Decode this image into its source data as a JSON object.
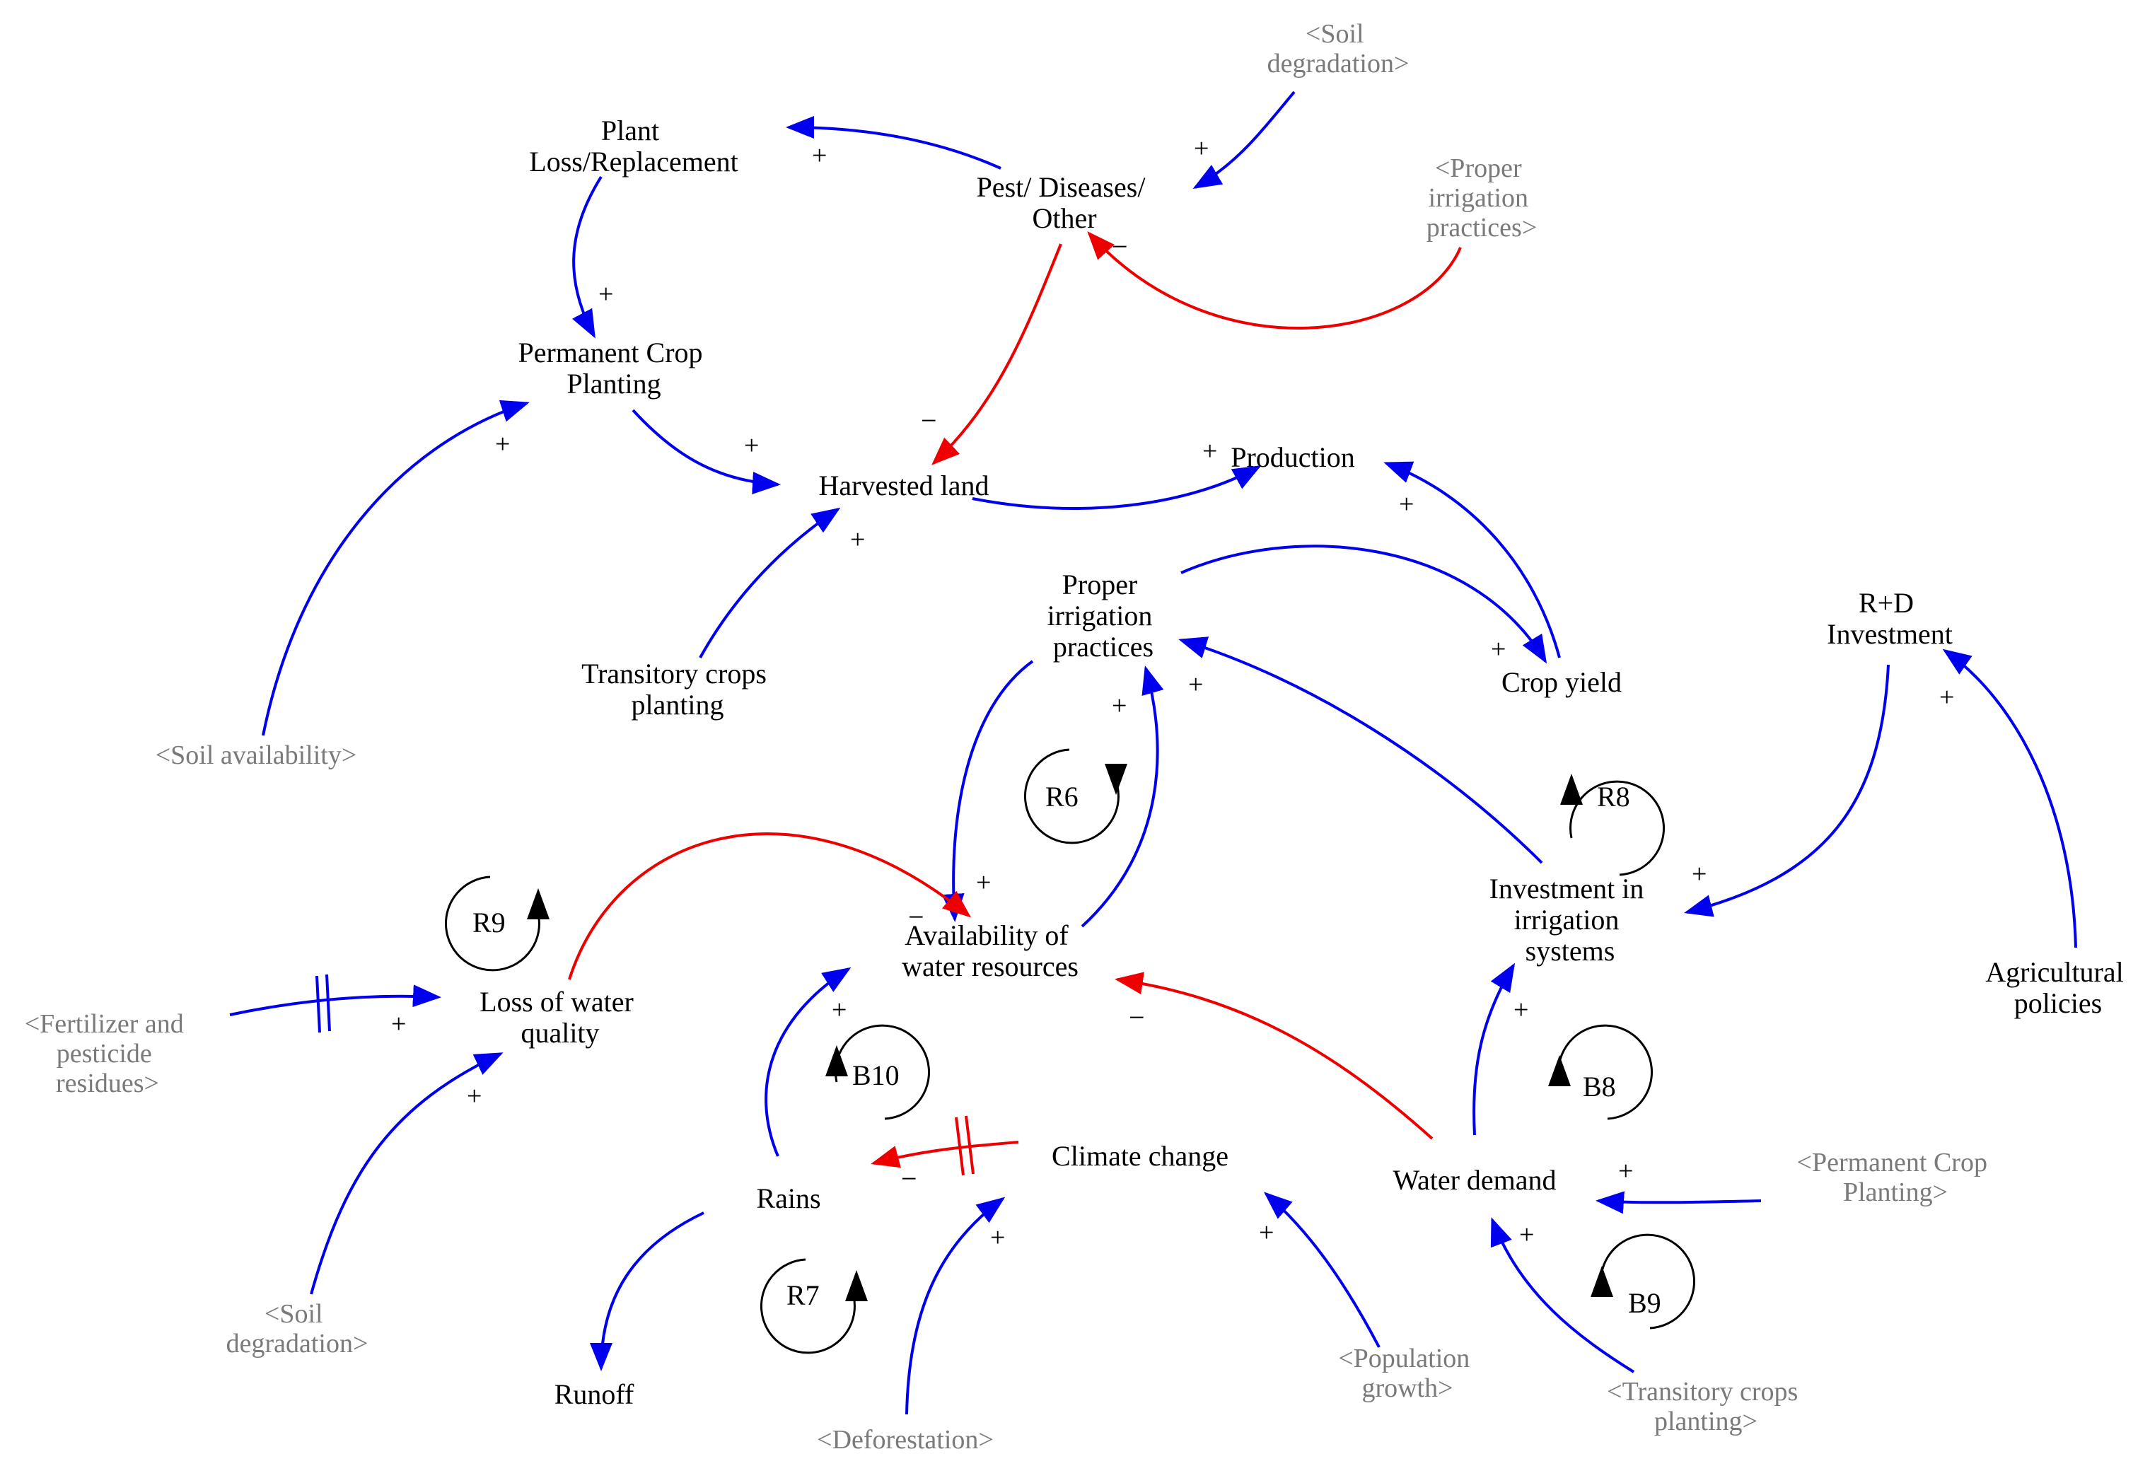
{
  "variables": {
    "plant_loss": [
      "Plant",
      "Loss/Replacement"
    ],
    "pest": [
      "Pest/ Diseases/",
      "Other"
    ],
    "permanent_crop": [
      "Permanent Crop",
      "Planting"
    ],
    "harvested_land": [
      "Harvested land"
    ],
    "production": [
      "Production"
    ],
    "proper_irrigation": [
      "Proper",
      "irrigation",
      "practices"
    ],
    "crop_yield": [
      "Crop yield"
    ],
    "rd_investment": [
      "R+D",
      "Investment"
    ],
    "transitory_crops": [
      "Transitory crops",
      "planting"
    ],
    "availability_water": [
      "Availability of",
      "water resources"
    ],
    "investment_irrigation": [
      "Investment in",
      "irrigation",
      "systems"
    ],
    "loss_water_quality": [
      "Loss of water",
      "quality"
    ],
    "agricultural_policies": [
      "Agricultural",
      "policies"
    ],
    "climate_change": [
      "Climate change"
    ],
    "rains": [
      "Rains"
    ],
    "water_demand": [
      "Water demand"
    ],
    "runoff": [
      "Runoff"
    ]
  },
  "shadow_variables": {
    "soil_degradation_top": [
      "<Soil",
      "degradation>"
    ],
    "proper_irrigation_shadow": [
      "<Proper",
      "irrigation",
      "practices>"
    ],
    "soil_availability": [
      "<Soil availability>"
    ],
    "fertilizer": [
      "<Fertilizer and",
      "pesticide",
      "residues>"
    ],
    "soil_degradation_bottom": [
      "<Soil",
      "degradation>"
    ],
    "deforestation": [
      "<Deforestation>"
    ],
    "population_growth": [
      "<Population",
      "growth>"
    ],
    "transitory_shadow": [
      "<Transitory crops",
      "planting>"
    ],
    "permanent_crop_shadow": [
      "<Permanent Crop",
      "Planting>"
    ]
  },
  "loops": {
    "r6": "R6",
    "r7": "R7",
    "r8": "R8",
    "r9": "R9",
    "b8": "B8",
    "b9": "B9",
    "b10": "B10"
  },
  "polarity": {
    "plus": "+",
    "minus": "−"
  },
  "colors": {
    "positive_link": "#0000ee",
    "negative_link": "#ee0000",
    "variable_text": "#000000",
    "shadow_text": "#7a7a7a"
  }
}
